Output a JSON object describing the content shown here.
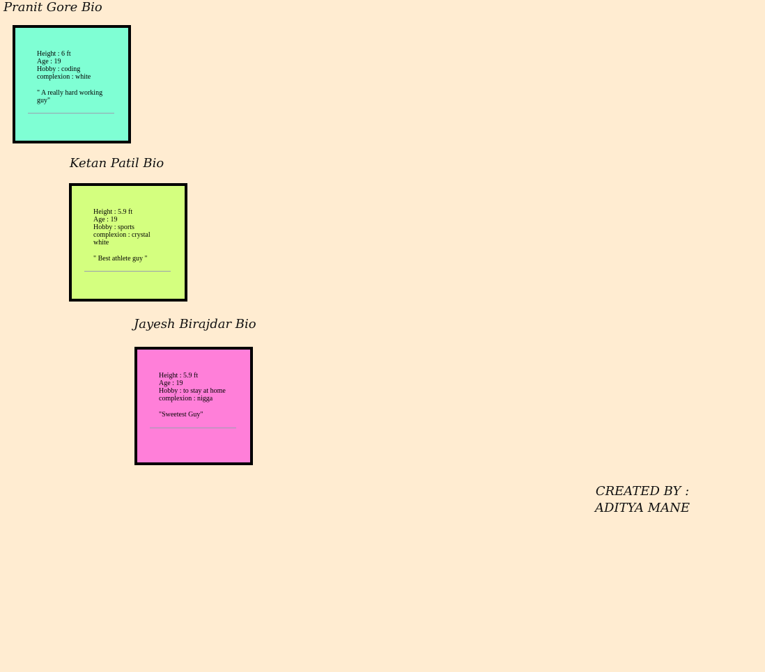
{
  "page": {
    "background": "#ffecd1"
  },
  "bios": [
    {
      "title": "Pranit Gore Bio",
      "color": "#7fffd4",
      "height": "Height : 6 ft",
      "age": "Age : 19",
      "hobby": "Hobby : coding",
      "complexion": "complexion : white",
      "quote": "\" A really hard working guy\""
    },
    {
      "title": "Ketan Patil Bio",
      "color": "#d4ff7f",
      "height": "Height : 5.9 ft",
      "age": "Age : 19",
      "hobby": "Hobby : sports",
      "complexion": "complexion : crystal white",
      "quote": "\" Best athlete guy \""
    },
    {
      "title": "Jayesh Birajdar Bio",
      "color": "#ff7fd9",
      "height": "Height : 5.9 ft",
      "age": "Age : 19",
      "hobby": "Hobby : to stay at home",
      "complexion": "complexion : nigga",
      "quote": "\"Sweetest Guy\""
    }
  ],
  "footer": {
    "line1": "CREATED BY :",
    "line2": "ADITYA MANE"
  }
}
